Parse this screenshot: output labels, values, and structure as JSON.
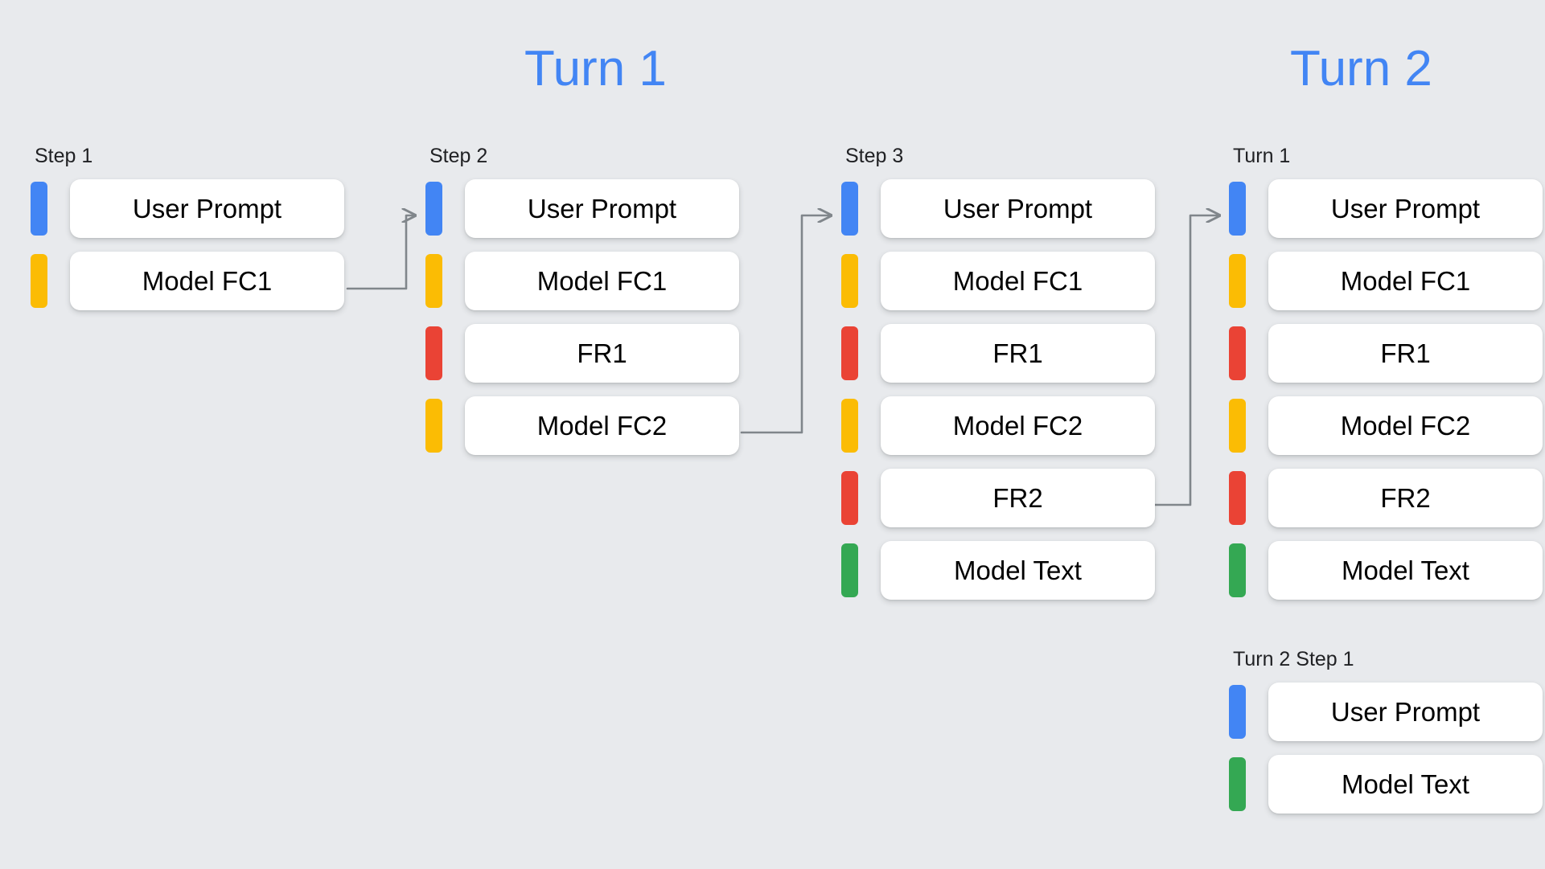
{
  "titles": {
    "turn1": "Turn 1",
    "turn2": "Turn 2"
  },
  "colors": {
    "background": "#E8EAED",
    "accent_blue": "#4285F4",
    "user_prompt": "#4285F4",
    "model_fc": "#FBBC04",
    "function_response": "#EA4335",
    "model_text": "#34A853",
    "card_bg": "#FFFFFF",
    "connector": "#80868B",
    "label_text": "#202124"
  },
  "columns": [
    {
      "id": "col-1",
      "label": "Step 1",
      "rows": [
        {
          "label": "User Prompt",
          "color": "blue"
        },
        {
          "label": "Model FC1",
          "color": "yellow"
        }
      ]
    },
    {
      "id": "col-2",
      "label": "Step 2",
      "rows": [
        {
          "label": "User Prompt",
          "color": "blue"
        },
        {
          "label": "Model FC1",
          "color": "yellow"
        },
        {
          "label": "FR1",
          "color": "red"
        },
        {
          "label": "Model FC2",
          "color": "yellow"
        }
      ]
    },
    {
      "id": "col-3",
      "label": "Step 3",
      "rows": [
        {
          "label": "User Prompt",
          "color": "blue"
        },
        {
          "label": "Model FC1",
          "color": "yellow"
        },
        {
          "label": "FR1",
          "color": "red"
        },
        {
          "label": "Model FC2",
          "color": "yellow"
        },
        {
          "label": "FR2",
          "color": "red"
        },
        {
          "label": "Model Text",
          "color": "green"
        }
      ]
    },
    {
      "id": "col-4",
      "label": "Turn 1",
      "rows": [
        {
          "label": "User Prompt",
          "color": "blue"
        },
        {
          "label": "Model FC1",
          "color": "yellow"
        },
        {
          "label": "FR1",
          "color": "red"
        },
        {
          "label": "Model FC2",
          "color": "yellow"
        },
        {
          "label": "FR2",
          "color": "red"
        },
        {
          "label": "Model Text",
          "color": "green"
        }
      ]
    },
    {
      "id": "col-5",
      "label": "Turn 2 Step 1",
      "rows": [
        {
          "label": "User Prompt",
          "color": "blue"
        },
        {
          "label": "Model Text",
          "color": "green"
        }
      ]
    }
  ],
  "connectors": [
    {
      "name": "connector-step1-to-step2",
      "from": "Model FC1 (Step 1)",
      "to": "User Prompt (Step 2)"
    },
    {
      "name": "connector-step2-to-step3",
      "from": "Model FC2 (Step 2)",
      "to": "User Prompt (Step 3)"
    },
    {
      "name": "connector-step3-to-turn1",
      "from": "FR2 (Step 3)",
      "to": "User Prompt (Turn 1)"
    }
  ]
}
